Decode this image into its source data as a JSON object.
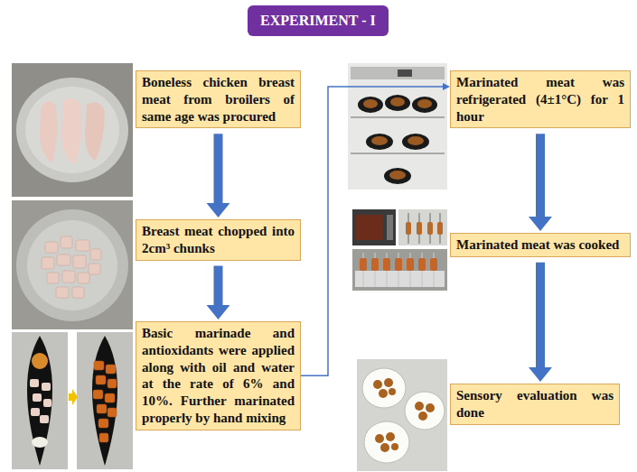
{
  "diagram": {
    "title": "EXPERIMENT - I",
    "nodes": [
      {
        "text": [
          "Boneless chicken breast meat from broilers of same age was procured"
        ]
      },
      {
        "text": [
          "Breast meat chopped into 2cm³ chunks"
        ]
      },
      {
        "text": [
          "Basic marinade and antioxidants were applied along with oil and water at the rate of 6% and 10%. Further marinated properly by hand mixing"
        ]
      },
      {
        "text": [
          "Marinated meat was refrigerated (4±1°C) for 1 hour"
        ]
      },
      {
        "text": [
          "Marinated meat was cooked"
        ]
      },
      {
        "text": [
          "Sensory evaluation was done"
        ]
      }
    ],
    "edges": [
      {
        "from": 0,
        "to": 1,
        "arrow": "to"
      },
      {
        "from": 1,
        "to": 2,
        "arrow": "to"
      },
      {
        "from": 2,
        "to": 3,
        "arrow": "to"
      },
      {
        "from": 3,
        "to": 4,
        "arrow": "to"
      },
      {
        "from": 4,
        "to": 5,
        "arrow": "to"
      }
    ]
  }
}
